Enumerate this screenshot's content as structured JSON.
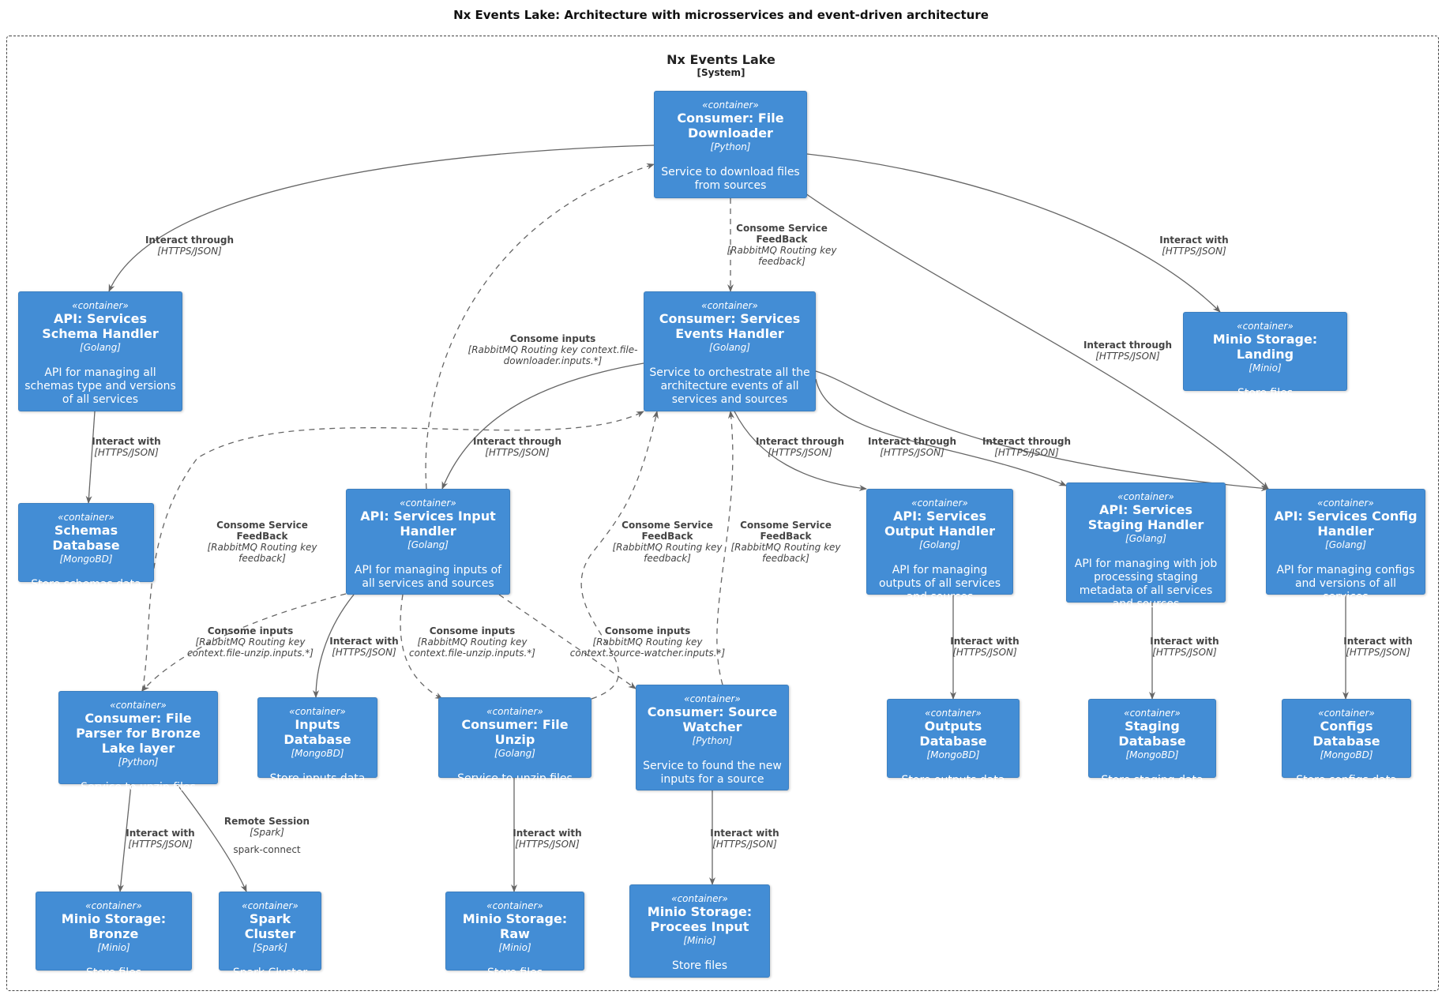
{
  "title": "Nx Events Lake: Architecture with microsservices and event-driven architecture",
  "boundary": {
    "name": "Nx Events Lake",
    "type": "[System]"
  },
  "nodes": [
    {
      "id": "downloader",
      "stereotype": "«container»",
      "name": "Consumer: File Downloader",
      "tech": "[Python]",
      "desc": "Service to download files from sources"
    },
    {
      "id": "schema",
      "stereotype": "«container»",
      "name": "API: Services Schema Handler",
      "tech": "[Golang]",
      "desc": "API for managing all schemas type and versions of all services"
    },
    {
      "id": "events",
      "stereotype": "«container»",
      "name": "Consumer: Services Events Handler",
      "tech": "[Golang]",
      "desc": "Service to orchestrate all the architecture events of all services and sources"
    },
    {
      "id": "landing",
      "stereotype": "«container»",
      "name": "Minio Storage: Landing",
      "tech": "[Minio]",
      "desc": "Store files"
    },
    {
      "id": "schemasdb",
      "stereotype": "«container»",
      "name": "Schemas Database",
      "tech": "[MongoBD]",
      "desc": "Store schemas data"
    },
    {
      "id": "input",
      "stereotype": "«container»",
      "name": "API: Services Input Handler",
      "tech": "[Golang]",
      "desc": "API for managing inputs of all services and sources"
    },
    {
      "id": "output",
      "stereotype": "«container»",
      "name": "API: Services Output Handler",
      "tech": "[Golang]",
      "desc": "API for managing outputs of all services and sources"
    },
    {
      "id": "staging",
      "stereotype": "«container»",
      "name": "API: Services Staging Handler",
      "tech": "[Golang]",
      "desc": "API for managing with job processing staging metadata of all services and sources"
    },
    {
      "id": "config",
      "stereotype": "«container»",
      "name": "API: Services Config Handler",
      "tech": "[Golang]",
      "desc": "API for managing configs and versions of all services"
    },
    {
      "id": "parser",
      "stereotype": "«container»",
      "name": "Consumer: File Parser for Bronze Lake layer",
      "tech": "[Python]",
      "desc": "Service to unzip files"
    },
    {
      "id": "inputsdb",
      "stereotype": "«container»",
      "name": "Inputs Database",
      "tech": "[MongoBD]",
      "desc": "Store inputs data"
    },
    {
      "id": "unzip",
      "stereotype": "«container»",
      "name": "Consumer: File Unzip",
      "tech": "[Golang]",
      "desc": "Service to unzip files"
    },
    {
      "id": "watcher",
      "stereotype": "«container»",
      "name": "Consumer: Source Watcher",
      "tech": "[Python]",
      "desc": "Service to found the new inputs for a source"
    },
    {
      "id": "outputsdb",
      "stereotype": "«container»",
      "name": "Outputs Database",
      "tech": "[MongoBD]",
      "desc": "Store outputs data"
    },
    {
      "id": "stagingdb",
      "stereotype": "«container»",
      "name": "Staging Database",
      "tech": "[MongoBD]",
      "desc": "Store staging data"
    },
    {
      "id": "configsdb",
      "stereotype": "«container»",
      "name": "Configs Database",
      "tech": "[MongoBD]",
      "desc": "Store configs data"
    },
    {
      "id": "bronze",
      "stereotype": "«container»",
      "name": "Minio Storage: Bronze",
      "tech": "[Minio]",
      "desc": "Store files"
    },
    {
      "id": "spark",
      "stereotype": "«container»",
      "name": "Spark Cluster",
      "tech": "[Spark]",
      "desc": "Spark Cluster"
    },
    {
      "id": "raw",
      "stereotype": "«container»",
      "name": "Minio Storage: Raw",
      "tech": "[Minio]",
      "desc": "Store files"
    },
    {
      "id": "procinput",
      "stereotype": "«container»",
      "name": "Minio Storage: Procees Input",
      "tech": "[Minio]",
      "desc": "Store files"
    }
  ],
  "edges": [
    {
      "id": "e1",
      "from": "downloader",
      "to": "schema",
      "dashed": false,
      "label": "Interact through",
      "tech": "[HTTPS/JSON]"
    },
    {
      "id": "e2",
      "from": "downloader",
      "to": "events",
      "dashed": true,
      "label": "Consome Service FeedBack",
      "tech": "[RabbitMQ Routing key feedback]"
    },
    {
      "id": "e3",
      "from": "downloader",
      "to": "landing",
      "dashed": false,
      "label": "Interact with",
      "tech": "[HTTPS/JSON]"
    },
    {
      "id": "e4",
      "from": "downloader",
      "to": "config",
      "dashed": false,
      "label": "Interact through",
      "tech": "[HTTPS/JSON]"
    },
    {
      "id": "e5",
      "from": "input",
      "to": "downloader",
      "dashed": true,
      "label": "Consome inputs",
      "tech": "[RabbitMQ Routing key context.file-downloader.inputs.*]"
    },
    {
      "id": "e6",
      "from": "schema",
      "to": "schemasdb",
      "dashed": false,
      "label": "Interact with",
      "tech": "[HTTPS/JSON]"
    },
    {
      "id": "e7",
      "from": "events",
      "to": "input",
      "dashed": false,
      "label": "Interact through",
      "tech": "[HTTPS/JSON]"
    },
    {
      "id": "e8",
      "from": "events",
      "to": "output",
      "dashed": false,
      "label": "Interact through",
      "tech": "[HTTPS/JSON]"
    },
    {
      "id": "e9",
      "from": "events",
      "to": "staging",
      "dashed": false,
      "label": "Interact through",
      "tech": "[HTTPS/JSON]"
    },
    {
      "id": "e10",
      "from": "events",
      "to": "config",
      "dashed": false,
      "label": "Interact through",
      "tech": "[HTTPS/JSON]"
    },
    {
      "id": "e11",
      "from": "parser",
      "to": "events",
      "dashed": true,
      "label": "Consome Service FeedBack",
      "tech": "[RabbitMQ Routing key feedback]"
    },
    {
      "id": "e12",
      "from": "unzip",
      "to": "events",
      "dashed": true,
      "label": "Consome Service FeedBack",
      "tech": "[RabbitMQ Routing key feedback]"
    },
    {
      "id": "e13",
      "from": "watcher",
      "to": "events",
      "dashed": true,
      "label": "Consome Service FeedBack",
      "tech": "[RabbitMQ Routing key feedback]"
    },
    {
      "id": "e14",
      "from": "input",
      "to": "parser",
      "dashed": true,
      "label": "Consome inputs",
      "tech": "[RabbitMQ Routing key context.file-unzip.inputs.*]"
    },
    {
      "id": "e15",
      "from": "input",
      "to": "inputsdb",
      "dashed": false,
      "label": "Interact with",
      "tech": "[HTTPS/JSON]"
    },
    {
      "id": "e16",
      "from": "input",
      "to": "unzip",
      "dashed": true,
      "label": "Consome inputs",
      "tech": "[RabbitMQ Routing key context.file-unzip.inputs.*]"
    },
    {
      "id": "e17",
      "from": "input",
      "to": "watcher",
      "dashed": true,
      "label": "Consome inputs",
      "tech": "[RabbitMQ Routing key context.source-watcher.inputs.*]"
    },
    {
      "id": "e18",
      "from": "output",
      "to": "outputsdb",
      "dashed": false,
      "label": "Interact with",
      "tech": "[HTTPS/JSON]"
    },
    {
      "id": "e19",
      "from": "staging",
      "to": "stagingdb",
      "dashed": false,
      "label": "Interact with",
      "tech": "[HTTPS/JSON]"
    },
    {
      "id": "e20",
      "from": "config",
      "to": "configsdb",
      "dashed": false,
      "label": "Interact with",
      "tech": "[HTTPS/JSON]"
    },
    {
      "id": "e21",
      "from": "parser",
      "to": "bronze",
      "dashed": false,
      "label": "Interact with",
      "tech": "[HTTPS/JSON]"
    },
    {
      "id": "e22",
      "from": "parser",
      "to": "spark",
      "dashed": false,
      "label": "Remote Session",
      "tech": "[Spark]",
      "extra": "spark-connect"
    },
    {
      "id": "e23",
      "from": "unzip",
      "to": "raw",
      "dashed": false,
      "label": "Interact with",
      "tech": "[HTTPS/JSON]"
    },
    {
      "id": "e24",
      "from": "watcher",
      "to": "procinput",
      "dashed": false,
      "label": "Interact with",
      "tech": "[HTTPS/JSON]"
    }
  ]
}
